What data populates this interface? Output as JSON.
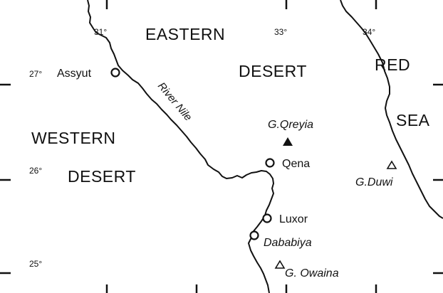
{
  "map": {
    "regions": {
      "eastern_line1": "EASTERN",
      "eastern_line2": "DESERT",
      "western_line1": "WESTERN",
      "western_line2": "DESERT",
      "red_sea_line1": "RED",
      "red_sea_line2": "SEA"
    },
    "river": {
      "name": "River Nile"
    },
    "longitude_labels": [
      "31°",
      "33°",
      "34°"
    ],
    "latitude_labels": [
      "27°",
      "26°",
      "25°"
    ],
    "towns": [
      {
        "name": "Assyut",
        "symbol": "open-circle"
      },
      {
        "name": "Qena",
        "symbol": "open-circle"
      },
      {
        "name": "Luxor",
        "symbol": "open-circle"
      },
      {
        "name": "Dababiya",
        "symbol": "open-circle"
      }
    ],
    "sites": [
      {
        "name": "G.Qreyia",
        "symbol": "filled-triangle"
      },
      {
        "name": "G.Duwi",
        "symbol": "open-triangle"
      },
      {
        "name": "G. Owaina",
        "symbol": "open-triangle"
      }
    ],
    "colors": {
      "line": "#111111",
      "background": "#ffffff"
    }
  }
}
